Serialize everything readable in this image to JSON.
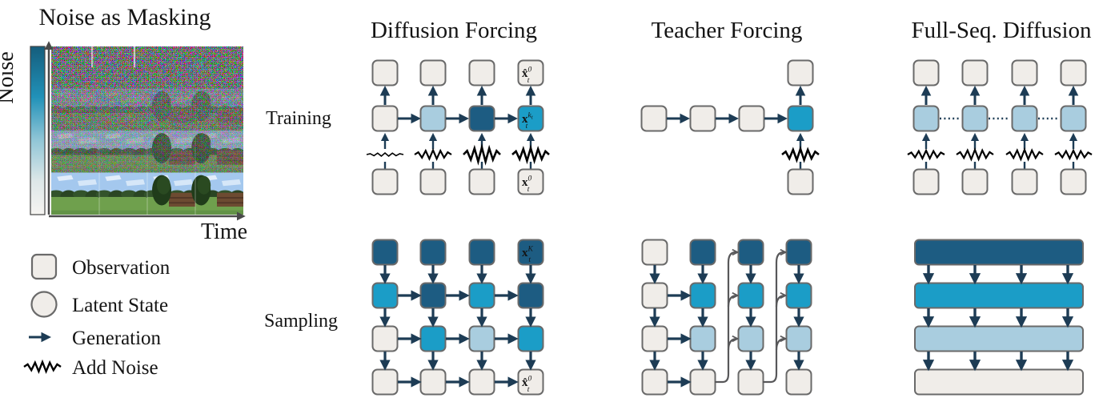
{
  "titles": {
    "left": "Noise as Masking",
    "noise_axis": "Noise",
    "time_axis": "Time",
    "columns": [
      "Diffusion Forcing",
      "Teacher Forcing",
      "Full-Seq. Diffusion"
    ],
    "rows": [
      "Training",
      "Sampling"
    ]
  },
  "legend": [
    {
      "symbol": "square",
      "label": "Observation"
    },
    {
      "symbol": "circle",
      "label": "Latent State"
    },
    {
      "symbol": "arrow",
      "label": "Generation"
    },
    {
      "symbol": "zigzag",
      "label": "Add Noise"
    }
  ],
  "palette": {
    "observation": "#f0ede9",
    "noisy_light": "#a9cddf",
    "noisy_mid": "#1b9dc7",
    "noisy_dark": "#1d5c82",
    "arrow": "#1d3c55",
    "border": "#6a6a6a",
    "curve_arrow": "#58585a",
    "zigzag": "#000000",
    "axis": "#4a4a4a",
    "label_dark": "#1a1a1a",
    "label_light": "#ffffff"
  },
  "math_labels": {
    "x_hat_0": {
      "base": "x",
      "hat": true,
      "sup": "0",
      "supsub": false,
      "sub": "t"
    },
    "x_kt": {
      "base": "x",
      "hat": false,
      "sup": "k",
      "supsub": true,
      "sub": "t"
    },
    "x_0": {
      "base": "x",
      "hat": false,
      "sup": "0",
      "supsub": false,
      "sub": "t"
    },
    "x_K": {
      "base": "x",
      "hat": false,
      "sup": "K",
      "supsub": false,
      "sub": "t"
    }
  },
  "noise_image": {
    "row_noise_opacity": [
      1,
      0.78,
      0.5,
      0
    ]
  },
  "panels": {
    "diffusion_forcing": {
      "training": {
        "mid_colors": [
          "observation",
          "noisy_light",
          "noisy_dark",
          "noisy_mid"
        ],
        "zigzag_amps": [
          2,
          5.5,
          9,
          8
        ],
        "labels": [
          {
            "pos": "top",
            "col": 3,
            "ref": "x_hat_0",
            "color": "label_dark"
          },
          {
            "pos": "mid",
            "col": 3,
            "ref": "x_kt",
            "color": "label_light"
          },
          {
            "pos": "bottom",
            "col": 3,
            "ref": "x_0",
            "color": "label_dark"
          }
        ]
      },
      "sampling": {
        "grid": [
          [
            "noisy_dark",
            "noisy_dark",
            "noisy_dark",
            "noisy_dark"
          ],
          [
            "noisy_mid",
            "noisy_dark",
            "noisy_mid",
            "noisy_dark"
          ],
          [
            "observation",
            "noisy_mid",
            "noisy_light",
            "noisy_mid"
          ],
          [
            "observation",
            "observation",
            "observation",
            "observation"
          ]
        ],
        "h_arrow_rows": [
          1,
          2,
          3
        ],
        "labels": [
          {
            "row": 0,
            "col": 3,
            "ref": "x_K",
            "color": "label_light"
          },
          {
            "row": 3,
            "col": 3,
            "ref": "x_hat_0",
            "color": "label_dark"
          }
        ]
      }
    },
    "teacher_forcing": {
      "training": {
        "mid_colors": [
          "observation",
          "observation",
          "observation",
          "noisy_mid"
        ],
        "noise_col": 3,
        "zigzag_amp": 7
      },
      "sampling": {
        "grid": [
          [
            "observation",
            "noisy_dark",
            "noisy_dark",
            "noisy_dark"
          ],
          [
            "observation",
            "noisy_mid",
            "noisy_mid",
            "noisy_mid"
          ],
          [
            "observation",
            "noisy_light",
            "noisy_light",
            "noisy_light"
          ],
          [
            "observation",
            "observation",
            "observation",
            "observation"
          ]
        ],
        "navy_arrow_rows": [
          1,
          2,
          3
        ],
        "curved_from_cols": [
          1,
          2
        ]
      }
    },
    "full_seq": {
      "training": {
        "mid_colors": [
          "noisy_light",
          "noisy_light",
          "noisy_light",
          "noisy_light"
        ],
        "zigzag_amps": [
          5,
          6,
          6,
          5
        ],
        "dotted_links": true
      },
      "sampling": {
        "bar_colors": [
          "noisy_dark",
          "noisy_mid",
          "noisy_light",
          "observation"
        ]
      }
    }
  }
}
